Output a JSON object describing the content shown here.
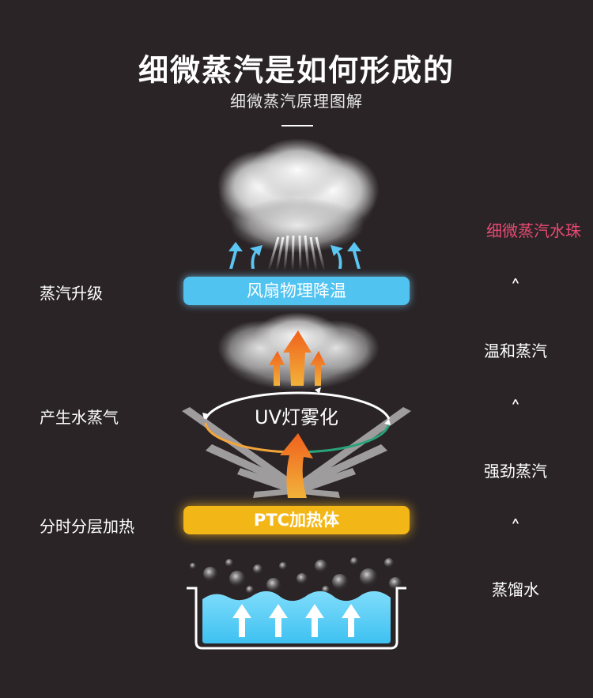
{
  "header": {
    "title": "细微蒸汽是如何形成的",
    "subtitle": "细微蒸汽原理图解"
  },
  "stages_left": [
    {
      "label": "蒸汽升级"
    },
    {
      "label": "产生水蒸气"
    },
    {
      "label": "分时分层加热"
    }
  ],
  "components": {
    "fan_bar": "风扇物理降温",
    "uv_cycle": "UV灯雾化",
    "ptc_bar": "PTC加热体"
  },
  "stages_right": [
    {
      "label": "细微蒸汽水珠",
      "color": "#e84a73"
    },
    {
      "label": "温和蒸汽",
      "color": "#ffffff"
    },
    {
      "label": "强劲蒸汽",
      "color": "#ffffff"
    },
    {
      "label": "蒸馏水",
      "color": "#ffffff"
    }
  ],
  "colors": {
    "background": "#2a2426",
    "fan_bar": "#50c3f0",
    "ptc_bar": "#f3b617",
    "water": "#5fd0f5",
    "arrow_orange": "#f57c1a",
    "arrow_blue": "#5cc6f2",
    "cycle_orange": "#f3a53a",
    "cycle_green": "#2aa27a",
    "accent_pink": "#e84a73"
  }
}
